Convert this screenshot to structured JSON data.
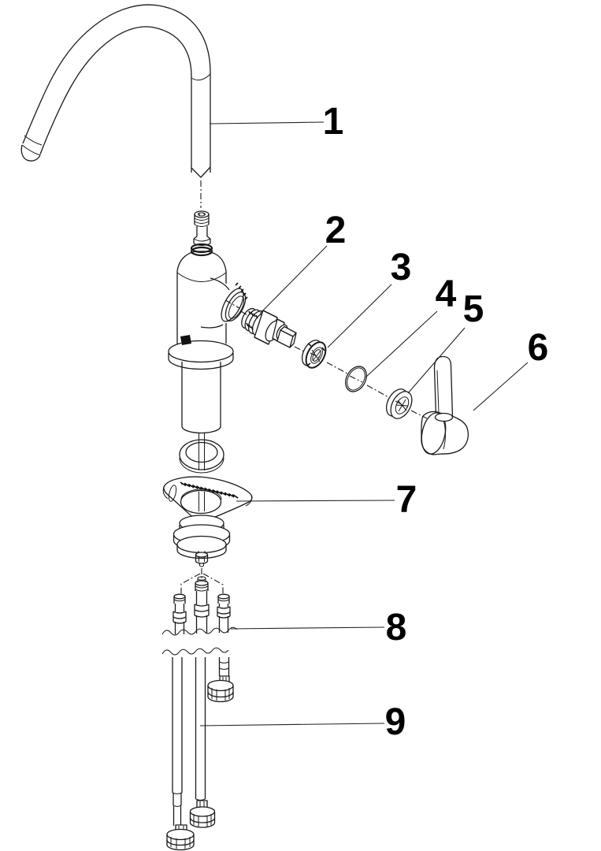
{
  "diagram": {
    "type": "exploded-parts-diagram",
    "colors": {
      "background": "#ffffff",
      "line": "#1a1a1a",
      "label": "#000000"
    },
    "callouts": [
      {
        "number": "1",
        "part": "spout"
      },
      {
        "number": "2",
        "part": "cartridge"
      },
      {
        "number": "3",
        "part": "cartridge-ring-nut"
      },
      {
        "number": "4",
        "part": "o-ring"
      },
      {
        "number": "5",
        "part": "handle-cap-ring"
      },
      {
        "number": "6",
        "part": "handle-lever"
      },
      {
        "number": "7",
        "part": "mounting-bracket"
      },
      {
        "number": "8",
        "part": "hose-connectors"
      },
      {
        "number": "9",
        "part": "supply-hoses"
      }
    ]
  }
}
